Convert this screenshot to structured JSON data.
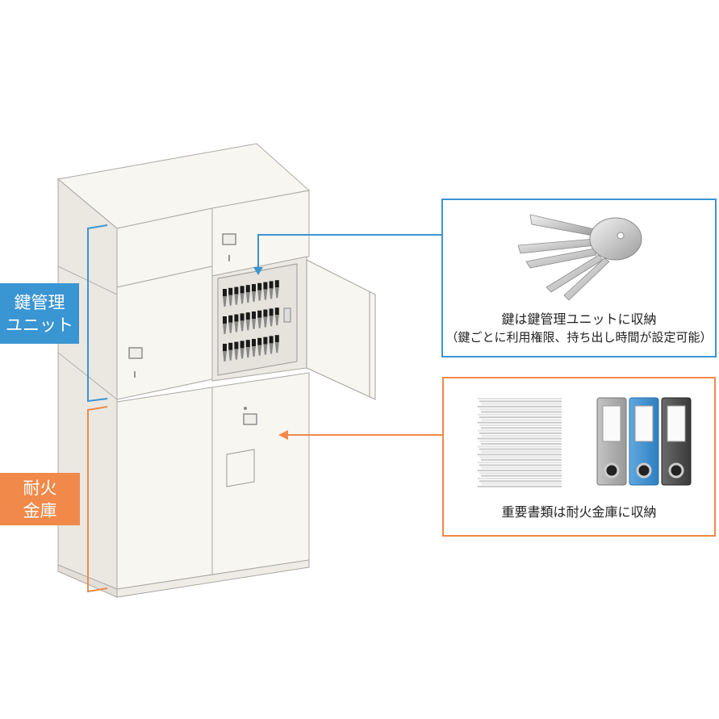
{
  "labels": {
    "key_unit": {
      "line1": "鍵管理",
      "line2": "ユニット",
      "color": "#3a95d3"
    },
    "fire_safe": {
      "line1": "耐火",
      "line2": "金庫",
      "color": "#f0894a"
    }
  },
  "callouts": {
    "key": {
      "title": "鍵は鍵管理ユニットに収納",
      "subtitle": "（鍵ごとに利用権限、持ち出し時間が設定可能）",
      "icon": "keys-icon",
      "border_color": "#3a95d3"
    },
    "safe": {
      "title": "重要書類は耐火金庫に収納",
      "icons": [
        "paper-stack-icon",
        "binder-gray-icon",
        "binder-blue-icon",
        "binder-dark-icon"
      ],
      "border_color": "#f0894a"
    }
  },
  "cabinet": {
    "key_unit_rows": 3,
    "keys_per_row": 10,
    "colors": {
      "body": "#f8f6f0",
      "side": "#ebe8e1",
      "edge": "#9a9a96"
    }
  }
}
